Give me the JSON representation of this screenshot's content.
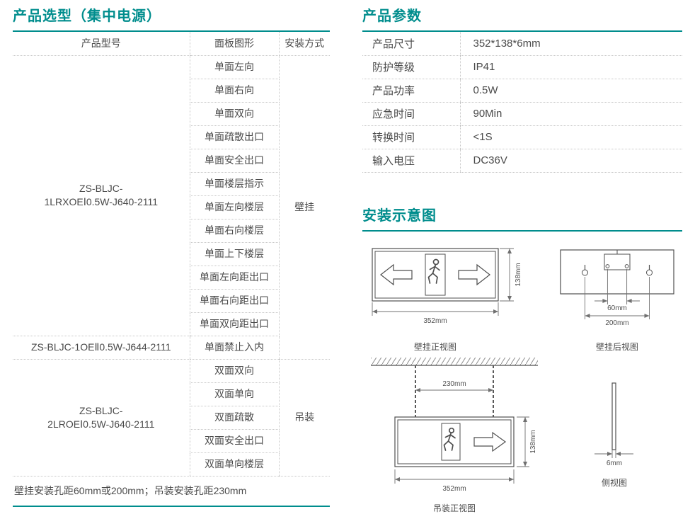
{
  "colors": {
    "accent": "#008D8D"
  },
  "selection": {
    "title": "产品选型（集中电源）",
    "table": {
      "headers": [
        "产品型号",
        "面板图形",
        "安装方式"
      ],
      "groups": [
        {
          "model": [
            "ZS-BLJC-",
            "1LRXOEⅠ0.5W-J640-2111"
          ],
          "panels": [
            "单面左向",
            "单面右向",
            "单面双向",
            "单面疏散出口",
            "单面安全出口",
            "单面楼层指示",
            "单面左向楼层",
            "单面右向楼层",
            "单面上下楼层",
            "单面左向距出口",
            "单面右向距出口",
            "单面双向距出口"
          ]
        },
        {
          "model": [
            "ZS-BLJC-1OEⅡ0.5W-J644-2111"
          ],
          "panels": [
            "单面禁止入内"
          ]
        },
        {
          "model": [
            "ZS-BLJC-",
            "2LROEⅠ0.5W-J640-2111"
          ],
          "panels": [
            "双面双向",
            "双面单向",
            "双面疏散",
            "双面安全出口",
            "双面单向楼层"
          ]
        }
      ],
      "installs": [
        {
          "label": "壁挂"
        },
        {
          "label": "吊装"
        }
      ]
    },
    "note": "壁挂安装孔距60mm或200mm；吊装安装孔距230mm"
  },
  "parameters": {
    "title": "产品参数",
    "rows": [
      {
        "label": "产品尺寸",
        "value": "352*138*6mm"
      },
      {
        "label": "防护等级",
        "value": "IP41"
      },
      {
        "label": "产品功率",
        "value": "0.5W"
      },
      {
        "label": "应急时间",
        "value": "90Min"
      },
      {
        "label": "转换时间",
        "value": "<1S"
      },
      {
        "label": "输入电压",
        "value": "DC36V"
      }
    ]
  },
  "installation": {
    "title": "安装示意图",
    "wall_front": {
      "caption": "壁挂正视图",
      "width": "352mm",
      "height": "138mm"
    },
    "wall_rear": {
      "caption": "壁挂后视图",
      "bracket_holes": "60mm",
      "keyhole_distance": "200mm"
    },
    "ceiling_front": {
      "caption": "吊装正视图",
      "chain_distance": "230mm",
      "width": "352mm",
      "height": "138mm"
    },
    "side": {
      "caption": "侧视图",
      "thickness": "6mm"
    }
  }
}
